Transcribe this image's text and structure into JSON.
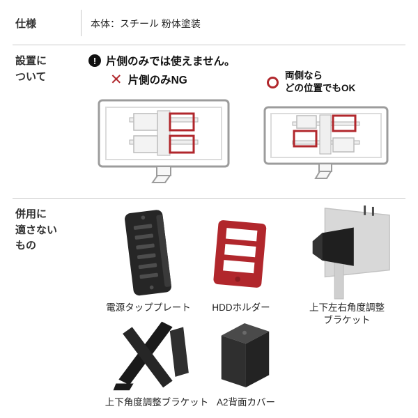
{
  "spec": {
    "label": "仕様",
    "value": "本体：スチール 粉体塗装"
  },
  "installation": {
    "label": "設置に\nついて",
    "warning_mark": "!",
    "warning_text": "片側のみでは使えません。",
    "ng_mark": "✕",
    "ng_text": "片側のみNG",
    "ok_text": "両側なら\nどの位置でもOK"
  },
  "incompatible": {
    "label": "併用に\n適さない\nもの",
    "items": [
      {
        "label": "電源タッププレート"
      },
      {
        "label": "HDDホルダー"
      },
      {
        "label": "上下左右角度調整\nブラケット"
      },
      {
        "label": "上下角度調整ブラケット"
      },
      {
        "label": "A2背面カバー"
      }
    ]
  },
  "colors": {
    "accent_red": "#b1272c",
    "icon_dark": "#262626",
    "diagram_gray": "#9c9c9c"
  }
}
